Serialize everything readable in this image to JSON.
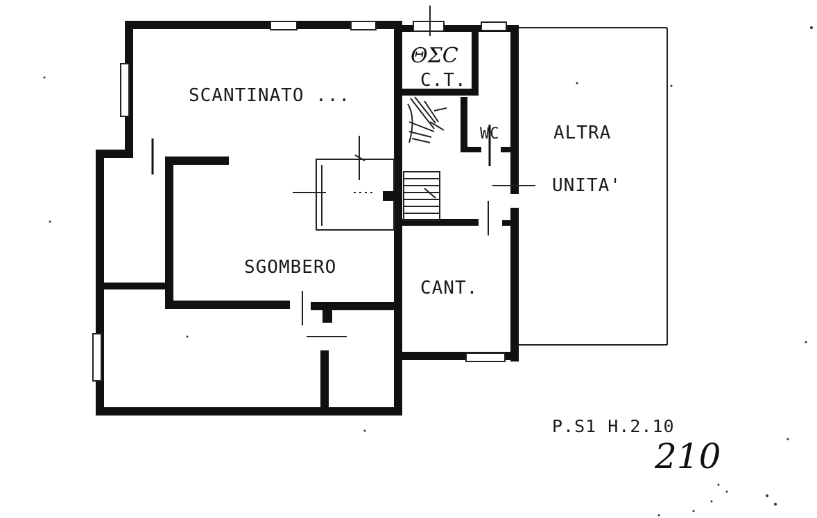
{
  "rooms": {
    "scantinato": "SCANTINATO ...",
    "ct": "C.T.",
    "wc": "WC",
    "altra_line1": "ALTRA",
    "altra_line2": "UNITA'",
    "sgombero": "SGOMBERO",
    "cant": "CANT."
  },
  "annotations": {
    "level_height": "P.S1 H.2.10",
    "handwritten_height": "210",
    "handwritten_ct": "ΘΣC"
  }
}
